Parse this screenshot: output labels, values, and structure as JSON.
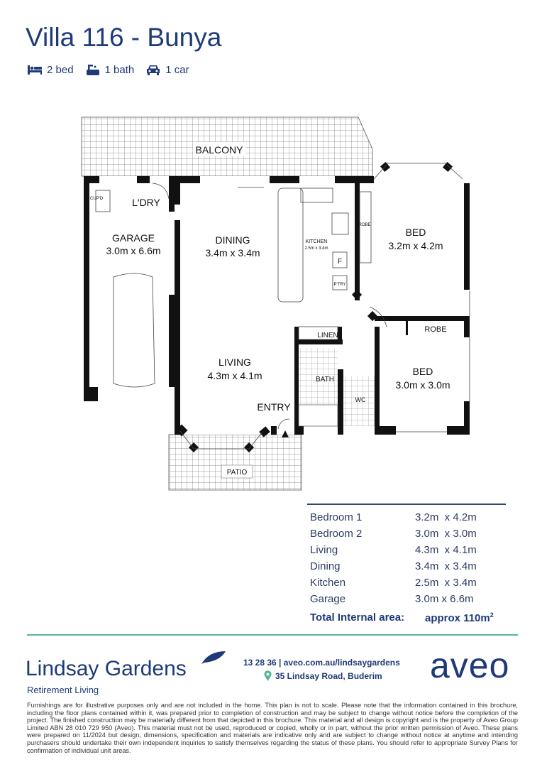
{
  "header": {
    "title": "Villa 116 - Bunya",
    "features": [
      {
        "icon": "bed-icon",
        "label": "2 bed"
      },
      {
        "icon": "bath-icon",
        "label": "1 bath"
      },
      {
        "icon": "car-icon",
        "label": "1 car"
      }
    ]
  },
  "floorplan": {
    "balcony": "BALCONY",
    "laundry": "L'DRY",
    "cupboard": "CUP'D",
    "garage": {
      "name": "GARAGE",
      "size": "3.0m x 6.6m"
    },
    "dining": {
      "name": "DINING",
      "size": "3.4m x 3.4m"
    },
    "kitchen": {
      "name": "KITCHEN",
      "size": "2.5m x 3.4m"
    },
    "robe_small": "ROBE",
    "fridge": "F",
    "pantry": "P'TRY",
    "bed1": {
      "name": "BED",
      "size": "3.2m x 4.2m"
    },
    "robe": "ROBE",
    "linen": "LINEN",
    "bath": "BATH",
    "wc": "WC",
    "bed2": {
      "name": "BED",
      "size": "3.0m x 3.0m"
    },
    "living": {
      "name": "LIVING",
      "size": "4.3m x 4.1m"
    },
    "entry": "ENTRY",
    "patio": "PATIO"
  },
  "rooms": [
    {
      "name": "Bedroom 1",
      "size": "3.2m  x 4.2m"
    },
    {
      "name": "Bedroom 2",
      "size": "3.0m  x 3.0m"
    },
    {
      "name": "Living",
      "size": "4.3m  x 4.1m"
    },
    {
      "name": "Dining",
      "size": "3.4m  x 3.4m"
    },
    {
      "name": "Kitchen",
      "size": "2.5m  x 3.4m"
    },
    {
      "name": "Garage",
      "size": "3.0m x 6.6m"
    }
  ],
  "total": {
    "label": "Total Internal area:",
    "value": "approx 110m",
    "unit_sup": "2"
  },
  "footer": {
    "brand": "Lindsay Gardens",
    "brand_sub": "Retirement Living",
    "contact": "13 28 36 | aveo.com.au/lindsaygardens",
    "address": "35 Lindsay Road, Buderim",
    "logo": "aveo",
    "disclaimer": "Furnishings are for illustrative purposes only and are not included in the home. This plan is not to scale. Please note that the information contained in this brochure, including the floor plans contained within it, was prepared prior to completion of construction and may be subject to change without notice before the completion of the project. The finished construction may be materially different from that depicted in this brochure. This material and all design is copyright and is the property of Aveo Group Limited ABN 28 010 729 950 (Aveo). This material must not be used, reproduced or copied, wholly or in part, without the prior written permission of Aveo. These plans were prepared on 11/2024 but design, dimensions, specification and materials are indicative only and are subject to change without notice at anytime and intending purchasers should undertake their own independent inquiries to satisfy themselves regarding the status of these plans. You should refer to appropriate Survey Plans for confirmation of individual unit areas."
  },
  "colors": {
    "navy": "#1e3a78",
    "teal": "#5bb5a2",
    "pin": "#4fb59a"
  }
}
